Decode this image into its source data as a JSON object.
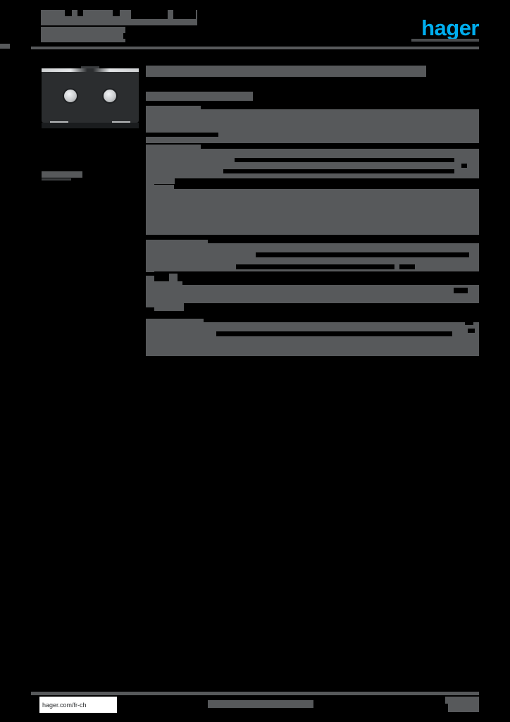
{
  "document": {
    "kind": "product-datasheet",
    "brand": "hager",
    "redacted": true,
    "page_background": "#000000",
    "redaction_color": "#57595b"
  },
  "header": {
    "logo_text": "hager",
    "logo_color": "#00aeef",
    "title_line_1": "",
    "title_line_2": "",
    "rule_color": "#57595b"
  },
  "sidebar": {
    "product_image_alt": "product-photo",
    "caption": ""
  },
  "main": {
    "section_heading": "",
    "subheading": "",
    "groups": [
      {
        "name": "group-1",
        "rows": [
          {
            "label": "",
            "value": ""
          },
          {
            "label": "",
            "value": ""
          },
          {
            "label": "",
            "value": ""
          }
        ]
      },
      {
        "name": "group-2",
        "rows": [
          {
            "label": "",
            "value": ""
          },
          {
            "label": "",
            "value": ""
          },
          {
            "label": "",
            "value": ""
          },
          {
            "label": "",
            "value": ""
          },
          {
            "label": "",
            "value": ""
          },
          {
            "label": "",
            "value": ""
          },
          {
            "label": "",
            "value": ""
          }
        ]
      },
      {
        "name": "group-3",
        "rows": [
          {
            "label": "",
            "value": ""
          },
          {
            "label": "",
            "value": ""
          },
          {
            "label": "",
            "value": ""
          },
          {
            "label": "",
            "value": ""
          },
          {
            "label": "",
            "value": ""
          }
        ]
      },
      {
        "name": "group-4",
        "rows": [
          {
            "label": "",
            "value": ""
          },
          {
            "label": "",
            "value": ""
          },
          {
            "label": "",
            "value": ""
          }
        ]
      }
    ]
  },
  "footer": {
    "url": "hager.com/fr-ch",
    "center_text": "",
    "page_number": ""
  }
}
